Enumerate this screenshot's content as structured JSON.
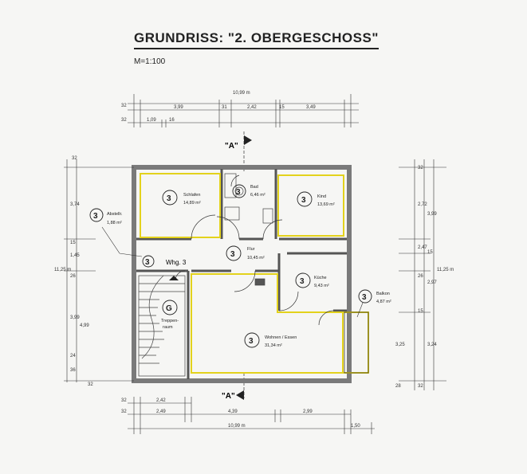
{
  "title": "GRUNDRISS: \"2. OBERGESCHOSS\"",
  "scale": "M=1:100",
  "section_marker": "\"A\"",
  "section_marker_bottom": "\"A\"",
  "colors": {
    "highlight": "#e3d21c",
    "wall": "#7a7a7a",
    "line": "#333333"
  },
  "rooms": [
    {
      "number": "3",
      "name": "Schlafen",
      "area": "14,89 m²"
    },
    {
      "number": "3",
      "name": "Bad",
      "area": "6,46 m²"
    },
    {
      "number": "3",
      "name": "Kind",
      "area": "13,69 m²"
    },
    {
      "number": "3",
      "name": "Abstellr.",
      "area": "1,88 m²"
    },
    {
      "number": "3",
      "name": "Flur",
      "area": "10,45 m²"
    },
    {
      "number": "3",
      "name": "Küche",
      "area": "9,43 m²"
    },
    {
      "number": "3",
      "name": "Balkon",
      "area": "4,87 m²"
    },
    {
      "number": "3",
      "name": "Wohnen / Essen",
      "area": "31,34 m²"
    },
    {
      "number": "G",
      "name": "Treppen-",
      "name2": "raum",
      "area": ""
    }
  ],
  "unit_label": {
    "number": "3",
    "text": "Whg. 3"
  },
  "dims_top": [
    "32",
    "10,99 m",
    "3,99",
    "31",
    "2,42",
    "15",
    "3,49",
    "32",
    "1,09",
    "16"
  ],
  "dims_bottom": [
    "32",
    "2,42",
    "32",
    "2,49",
    "4,39",
    "2,99",
    "10,99 m",
    "1,50"
  ],
  "dims_left": [
    "32",
    "3,74",
    "15",
    "1,45",
    "26",
    "3,99",
    "4,99",
    "24",
    "11,25 m",
    "32",
    "36"
  ],
  "dims_right": [
    "32",
    "2,72",
    "3,99",
    "2,47",
    "15",
    "26",
    "2,97",
    "15",
    "3,25",
    "3,24",
    "11,25 m",
    "32",
    "28"
  ]
}
